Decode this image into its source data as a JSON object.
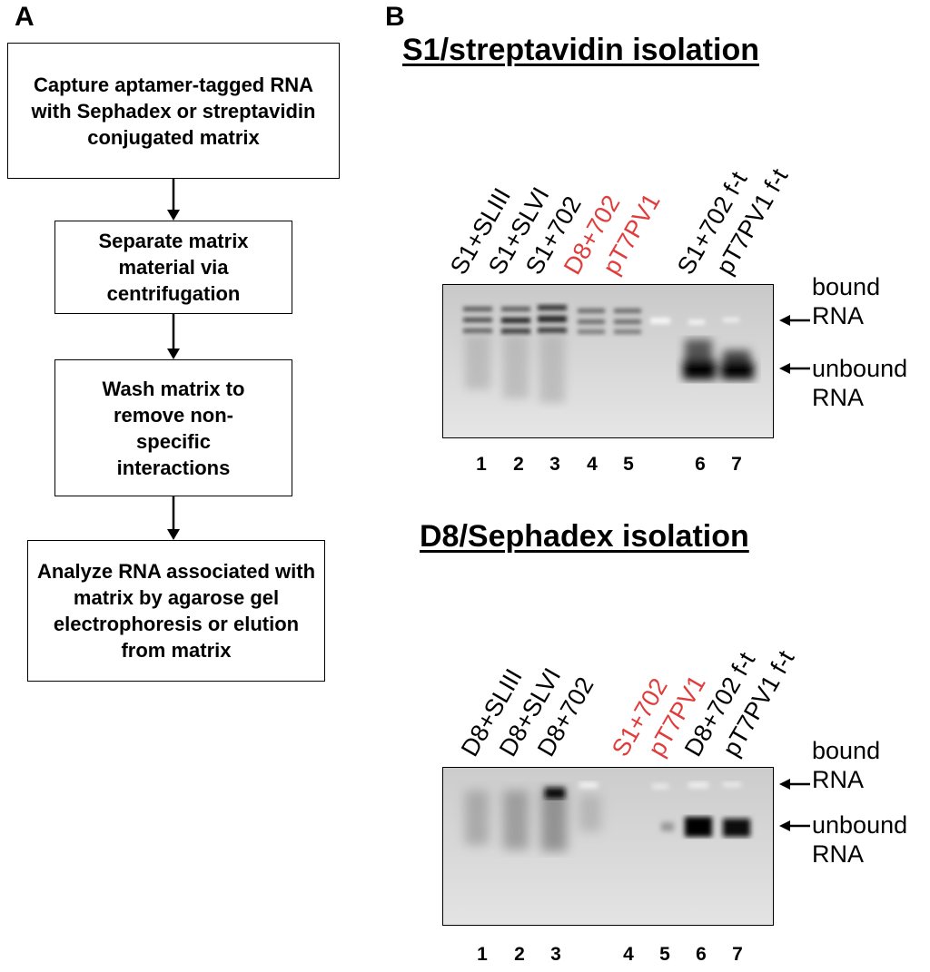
{
  "panel_a": {
    "letter": "A",
    "steps": [
      "Capture aptamer-tagged RNA with Sephadex or streptavidin conjugated matrix",
      "Separate matrix material via centrifugation",
      "Wash matrix to remove non-specific interactions",
      "Analyze RNA associated with matrix by agarose gel electrophoresis or elution from matrix"
    ]
  },
  "panel_b": {
    "letter": "B",
    "gels": [
      {
        "title": "S1/streptavidin isolation",
        "lanes": [
          {
            "label": "S1+SLIII",
            "color": "#000000",
            "number": "1"
          },
          {
            "label": "S1+SLVI",
            "color": "#000000",
            "number": "2"
          },
          {
            "label": "S1+702",
            "color": "#000000",
            "number": "3"
          },
          {
            "label": "D8+702",
            "color": "#e03c3c",
            "number": "4"
          },
          {
            "label": "pT7PV1",
            "color": "#e03c3c",
            "number": "5"
          },
          {
            "label": "S1+702 f-t",
            "color": "#000000",
            "number": "6"
          },
          {
            "label": "pT7PV1 f-t",
            "color": "#000000",
            "number": "7"
          }
        ],
        "bound_label": [
          "bound",
          "RNA"
        ],
        "unbound_label": [
          "unbound",
          "RNA"
        ]
      },
      {
        "title": "D8/Sephadex isolation",
        "lanes": [
          {
            "label": "D8+SLIII",
            "color": "#000000",
            "number": "1"
          },
          {
            "label": "D8+SLVI",
            "color": "#000000",
            "number": "2"
          },
          {
            "label": "D8+702",
            "color": "#000000",
            "number": "3"
          },
          {
            "label": "S1+702",
            "color": "#e03c3c",
            "number": "4"
          },
          {
            "label": "pT7PV1",
            "color": "#e03c3c",
            "number": "5"
          },
          {
            "label": "D8+702 f-t",
            "color": "#000000",
            "number": "6"
          },
          {
            "label": "pT7PV1 f-t",
            "color": "#000000",
            "number": "7"
          }
        ],
        "bound_label": [
          "bound",
          "RNA"
        ],
        "unbound_label": [
          "unbound",
          "RNA"
        ]
      }
    ]
  }
}
